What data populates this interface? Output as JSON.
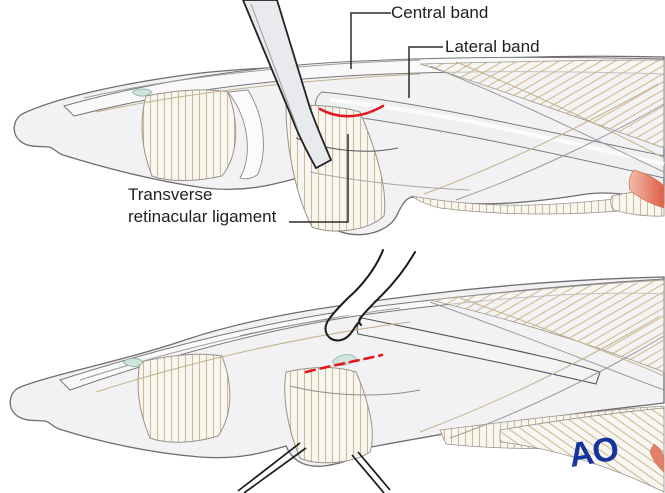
{
  "labels": {
    "central_band": "Central band",
    "lateral_band": "Lateral band",
    "transverse_line1": "Transverse",
    "transverse_line2": "retinacular ligament"
  },
  "logo": {
    "text": "AO",
    "color": "#16349f"
  },
  "colors": {
    "background": "#ffffff",
    "incision_red": "#e2191f",
    "fiber_tan": "#cdbb94",
    "outline_gray": "#6b6b6e",
    "instrument_black": "#1b1b1b",
    "muscle_salmon": "#e4806a",
    "cartilage_teal": "#cfe4dd",
    "label_text": "#1f1f1f"
  }
}
